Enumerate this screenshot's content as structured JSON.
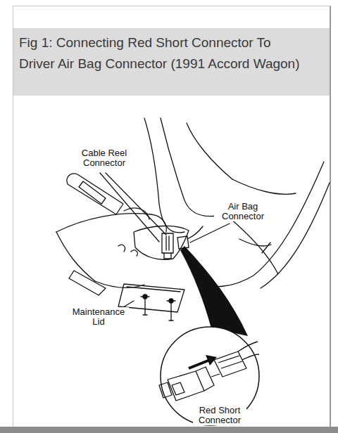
{
  "diagram": {
    "title": "Fig 1: Connecting Red Short Connector To Driver Air Bag Connector (1991 Accord Wagon)",
    "labels": [
      "Cable Reel Connector",
      "Air Bag Connector",
      "Maintenance Lid",
      "Red Short Connector"
    ]
  }
}
